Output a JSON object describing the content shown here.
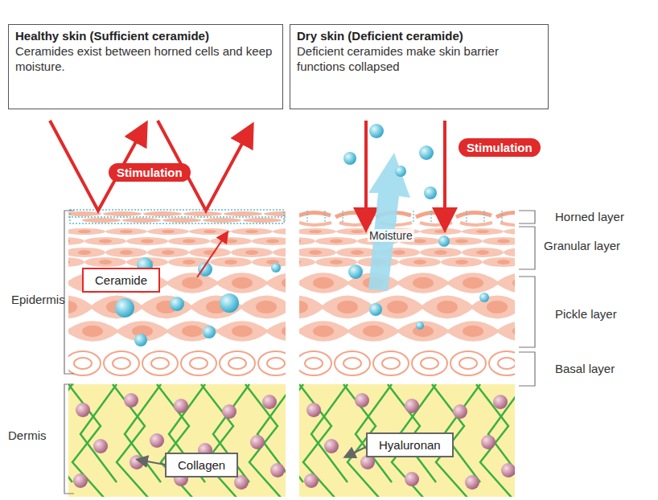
{
  "diagram": {
    "nodes": [
      {
        "text": [
          "Healthy skin (Sufficient ceramide)",
          "Ceramides exist between horned cells and keep moisture."
        ]
      },
      {
        "text": [
          "Dry skin (Deficient ceramide)",
          "Deficient ceramides make skin barrier functions collapsed"
        ]
      },
      {
        "text": [
          "Stimulation"
        ]
      },
      {
        "text": [
          "Stimulation"
        ]
      },
      {
        "text": [
          "Ceramide"
        ]
      },
      {
        "text": [
          "Hyaluronan"
        ]
      },
      {
        "text": [
          "Collagen"
        ]
      }
    ],
    "labels": [
      "Horned layer",
      "Granular layer",
      "Moisture",
      "Epidermis",
      "Pickle layer",
      "Basal layer",
      "Dermis"
    ]
  }
}
